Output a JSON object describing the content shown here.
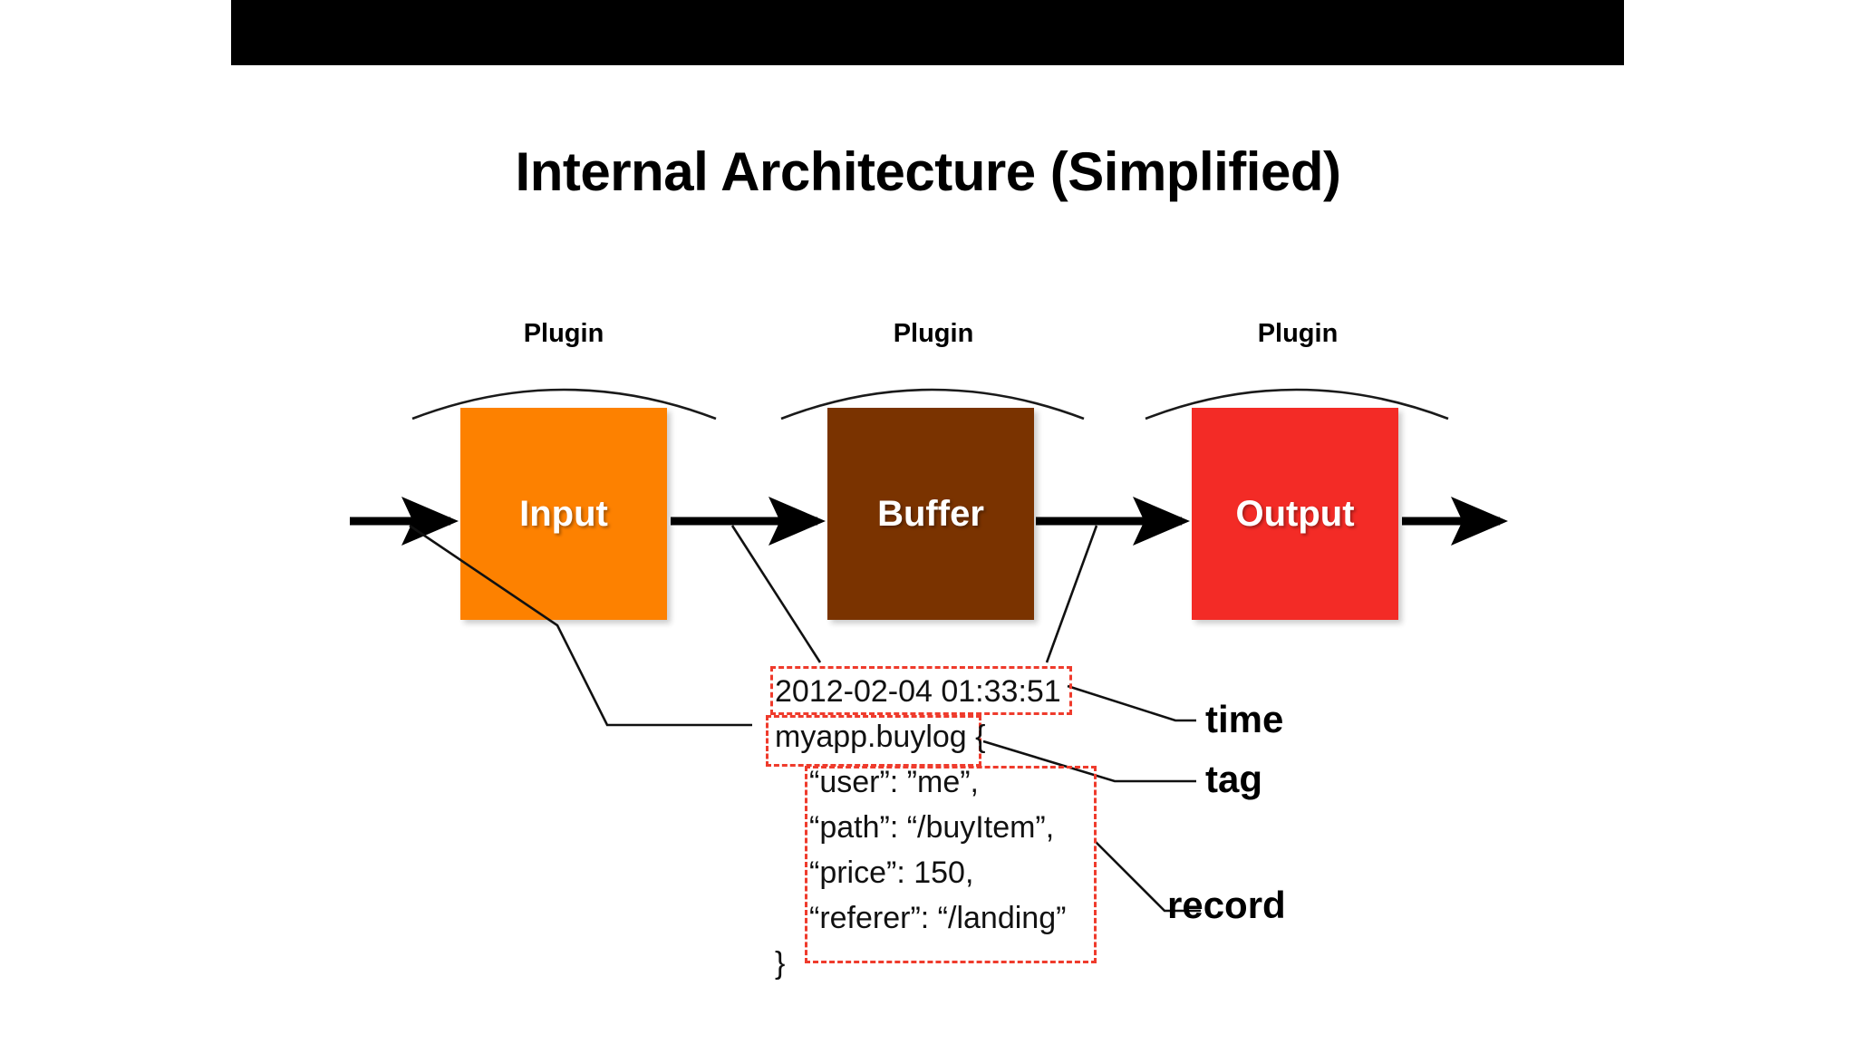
{
  "slide": {
    "title": "Internal Architecture (Simplified)",
    "background_color": "#ffffff",
    "top_bar_color": "#000000"
  },
  "pipeline": {
    "plugin_caption": "Plugin",
    "stages": [
      {
        "id": "input",
        "label": "Input",
        "color": "#fd8100",
        "caption": "Plugin"
      },
      {
        "id": "buffer",
        "label": "Buffer",
        "color": "#7a3300",
        "caption": "Plugin"
      },
      {
        "id": "output",
        "label": "Output",
        "color": "#f32b26",
        "caption": "Plugin"
      }
    ]
  },
  "record_sample": {
    "lines": [
      {
        "text": "2012-02-04 01:33:51",
        "indent": 0
      },
      {
        "text": "myapp.buylog {",
        "indent": 0
      },
      {
        "text": "“user”: ”me”,",
        "indent": 1
      },
      {
        "text": "“path”: “/buyItem”,",
        "indent": 1
      },
      {
        "text": "“price”: 150,",
        "indent": 1
      },
      {
        "text": "“referer”: “/landing”",
        "indent": 1
      },
      {
        "text": "}",
        "indent": 0
      }
    ],
    "time_value": "2012-02-04 01:33:51",
    "tag_value": "myapp.buylog",
    "record_fields": {
      "user": "me",
      "path": "/buyItem",
      "price": 150,
      "referer": "/landing"
    }
  },
  "callouts": {
    "time": "time",
    "tag": "tag",
    "record": "record",
    "highlight_color": "#ef3b2c"
  }
}
